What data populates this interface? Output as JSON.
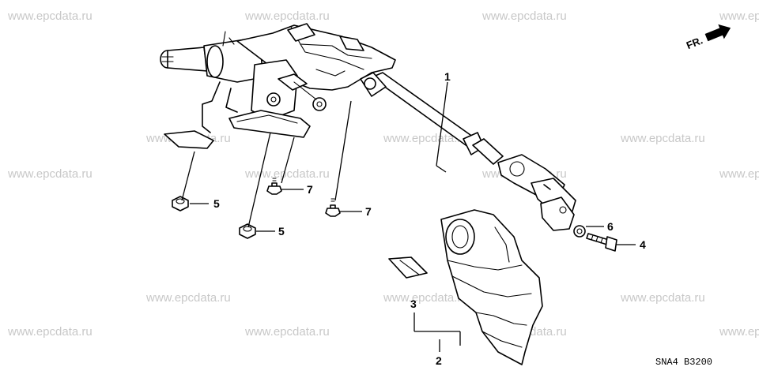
{
  "watermark": "www.epcdata.ru",
  "direction_label": "FR.",
  "diagram_code": "SNA4  B3200",
  "callouts": [
    "1",
    "2",
    "3",
    "4",
    "5",
    "5",
    "6",
    "7",
    "7"
  ],
  "colors": {
    "line": "#000000",
    "watermark": "#c8c8c8",
    "background": "#ffffff"
  }
}
